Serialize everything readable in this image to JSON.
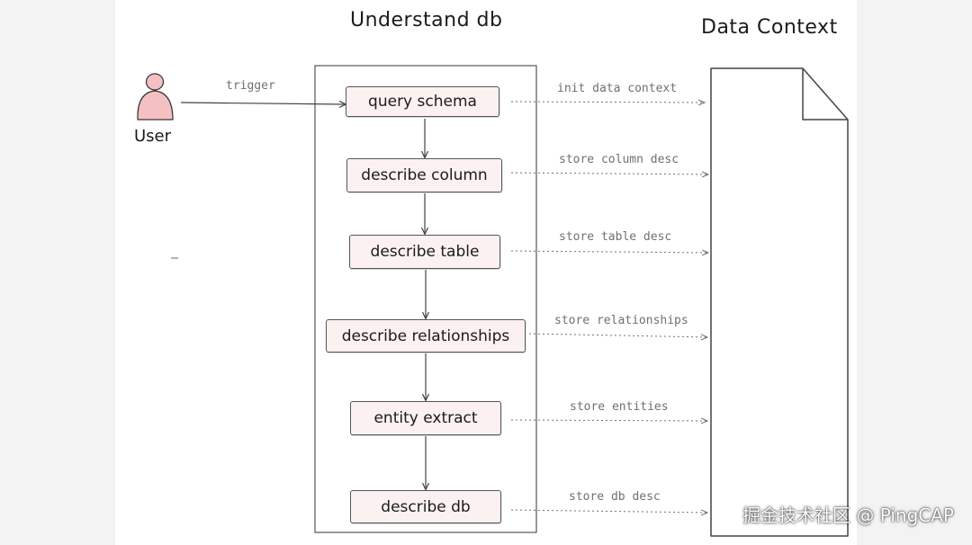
{
  "titles": {
    "understand_db": "Understand db",
    "data_context": "Data Context"
  },
  "actor": {
    "label": "User",
    "icon": "user-icon",
    "fill_color": "#f4c0c1"
  },
  "trigger_label": "trigger",
  "steps": [
    {
      "label": "query schema",
      "store_label": "init data context"
    },
    {
      "label": "describe column",
      "store_label": "store column desc"
    },
    {
      "label": "describe table",
      "store_label": "store table desc"
    },
    {
      "label": "describe relationships",
      "store_label": "store relationships"
    },
    {
      "label": "entity extract",
      "store_label": "store entities"
    },
    {
      "label": "describe db",
      "store_label": "store db desc"
    }
  ],
  "colors": {
    "step_fill": "#fcf1f1",
    "stroke": "#555555",
    "dashed_arrow": "#707070"
  },
  "watermark": "掘金技术社区 @ PingCAP"
}
